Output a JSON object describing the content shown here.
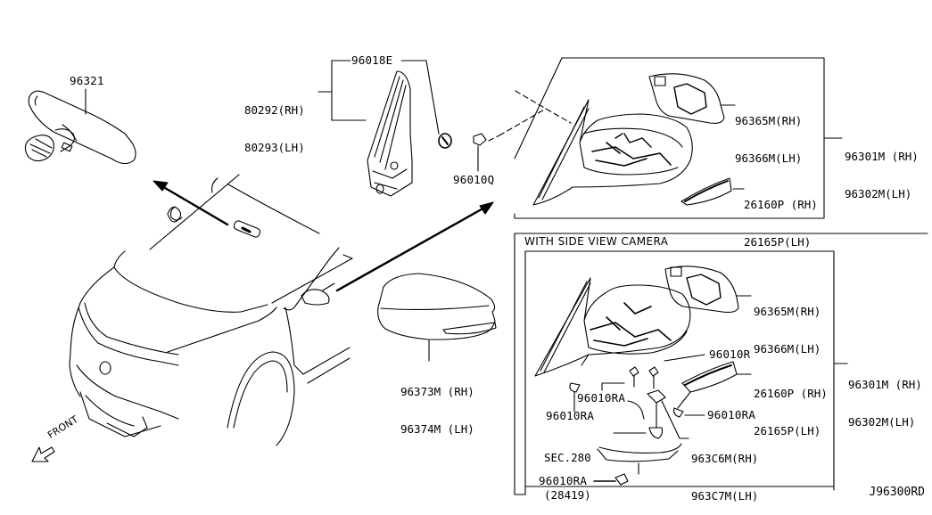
{
  "diagram": {
    "type": "parts-exploded-view",
    "title_code": "J96300RD",
    "front_indicator": "FRONT",
    "section_header": "WITH SIDE VIEW CAMERA",
    "parts": {
      "inner_mirror": "96321",
      "corner_finisher_rh": "80292(RH)",
      "corner_finisher_lh": "80293(LH)",
      "cover_96018e": "96018E",
      "clip_96010q": "96010Q",
      "mirror_cover_rh": "96373M (RH)",
      "mirror_cover_lh": "96374M (LH)"
    },
    "standard_panel": {
      "glass_rh": "96365M(RH)",
      "glass_lh": "96366M(LH)",
      "assy_rh": "96301M (RH)",
      "assy_lh": "96302M(LH)",
      "lamp_rh": "26160P (RH)",
      "lamp_lh": "26165P(LH)"
    },
    "camera_panel": {
      "glass_rh": "96365M(RH)",
      "glass_lh": "96366M(LH)",
      "assy_rh": "96301M (RH)",
      "assy_lh": "96302M(LH)",
      "lamp_rh": "26160P (RH)",
      "lamp_lh": "26165P(LH)",
      "screw_r": "96010R",
      "screw_ra_1": "96010RA",
      "screw_ra_2": "96010RA",
      "screw_ra_3": "96010RA",
      "screw_ra_4": "96010RA",
      "sec_ref": "SEC.280",
      "sec_part": "(28419)",
      "bracket_rh": "963C6M(RH)",
      "bracket_lh": "963C7M(LH)"
    }
  }
}
